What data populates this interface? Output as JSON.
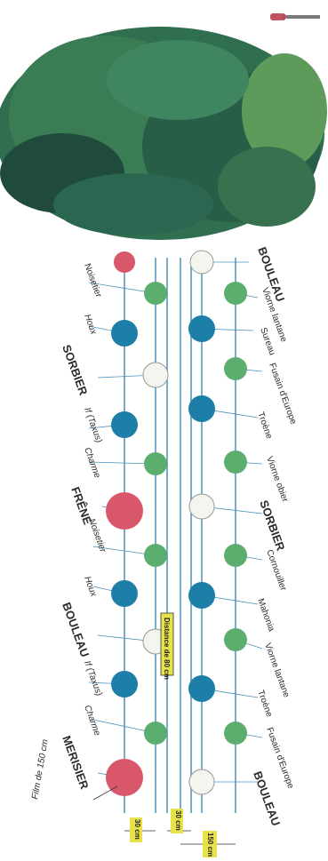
{
  "colors": {
    "tree": "#2f6e4e",
    "tree_light": "#5e9a5a",
    "tree_dark": "#1f4a3c",
    "teal_plant": "#1d7fa8",
    "green_plant": "#5cae6f",
    "red_plant": "#d9576a",
    "white_plant": "#f5f5ef",
    "line": "#4a90b8",
    "tag_bg": "#e8e24a"
  },
  "icons": [
    "tree-hedge-icon",
    "person-icon",
    "shrub-icon"
  ],
  "film_label": "Film de 150 cm",
  "left_labels": [
    "Noisetier",
    "Houx",
    "SORBIER",
    "If (Taxus)",
    "Charme",
    "FRÊNE",
    "Noisetier",
    "Houx",
    "BOULEAU",
    "If (Taxus)",
    "Charme",
    "MERISIER"
  ],
  "right_labels": [
    "BOULEAU",
    "Viorne lantane",
    "Sureau",
    "Fusain d'Europe",
    "Troène",
    "Viorne obier",
    "SORBIER",
    "Cornouiller",
    "Mahonia",
    "Viorne lantane",
    "Troène",
    "Fusain d'Europe",
    "BOULEAU"
  ],
  "measures": {
    "row_gap_left": "30 cm",
    "row_gap_mid": "30 cm",
    "row_width_right": "150 cm",
    "spacing_tag": "Distance de 80 cm"
  }
}
